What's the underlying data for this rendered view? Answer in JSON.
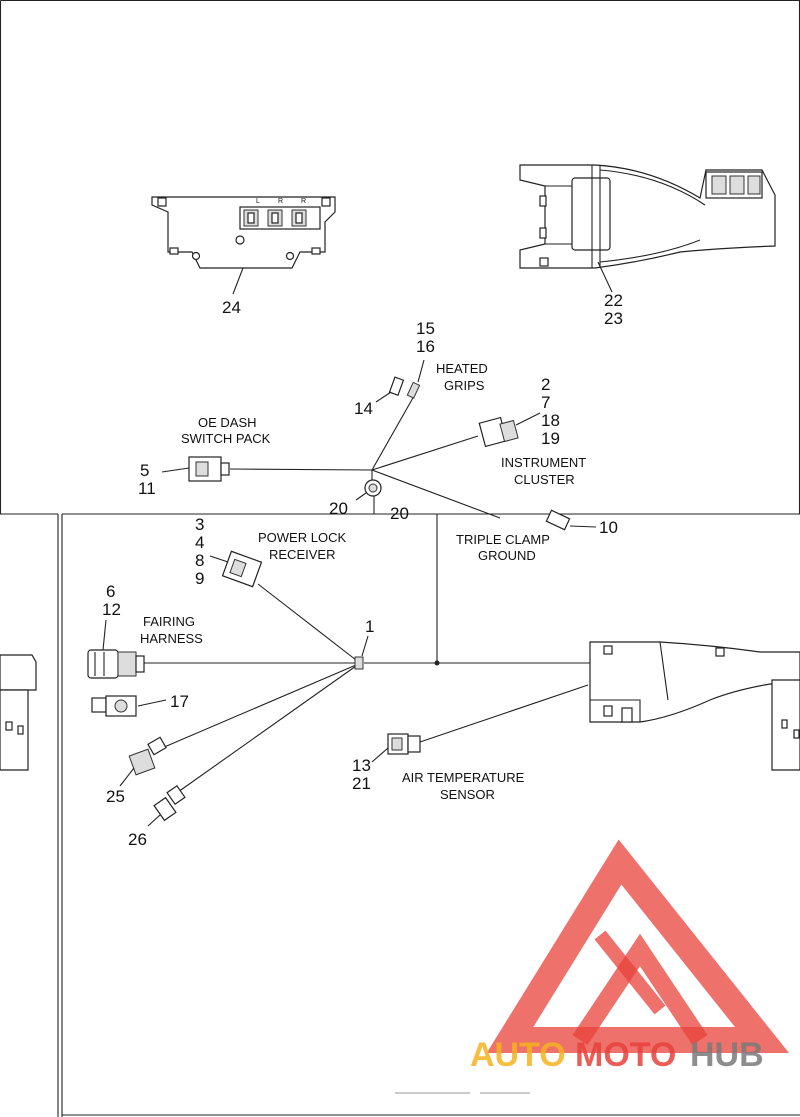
{
  "callouts": {
    "c24": "24",
    "c22": "22",
    "c23": "23",
    "c15": "15",
    "c16": "16",
    "c14": "14",
    "c2": "2",
    "c7": "7",
    "c18": "18",
    "c19": "19",
    "c5": "5",
    "c11": "11",
    "c20": "20",
    "c20b": "20",
    "c10": "10",
    "c3": "3",
    "c4": "4",
    "c8": "8",
    "c9": "9",
    "c6": "6",
    "c12": "12",
    "c1": "1",
    "c17": "17",
    "c25": "25",
    "c26": "26",
    "c13": "13",
    "c21": "21"
  },
  "captions": {
    "heated_grips_1": "HEATED",
    "heated_grips_2": "GRIPS",
    "oe_dash_1": "OE DASH",
    "oe_dash_2": "SWITCH PACK",
    "instrument_1": "INSTRUMENT",
    "instrument_2": "CLUSTER",
    "power_lock_1": "POWER LOCK",
    "power_lock_2": "RECEIVER",
    "triple_clamp_1": "TRIPLE CLAMP",
    "triple_clamp_2": "GROUND",
    "fairing_1": "FAIRING",
    "fairing_2": "HARNESS",
    "air_temp_1": "AIR TEMPERATURE",
    "air_temp_2": "SENSOR"
  },
  "switch_pack_letters": {
    "l": "L",
    "r1": "R",
    "r2": "R"
  },
  "watermark": {
    "part1": "AUTO",
    "part2": "MOTO",
    "part3": "HUB"
  },
  "colors": {
    "watermark_red": "#e8413a",
    "watermark_orange": "#f5b21e",
    "watermark_gray": "#7a7a7a",
    "line": "#222222"
  }
}
